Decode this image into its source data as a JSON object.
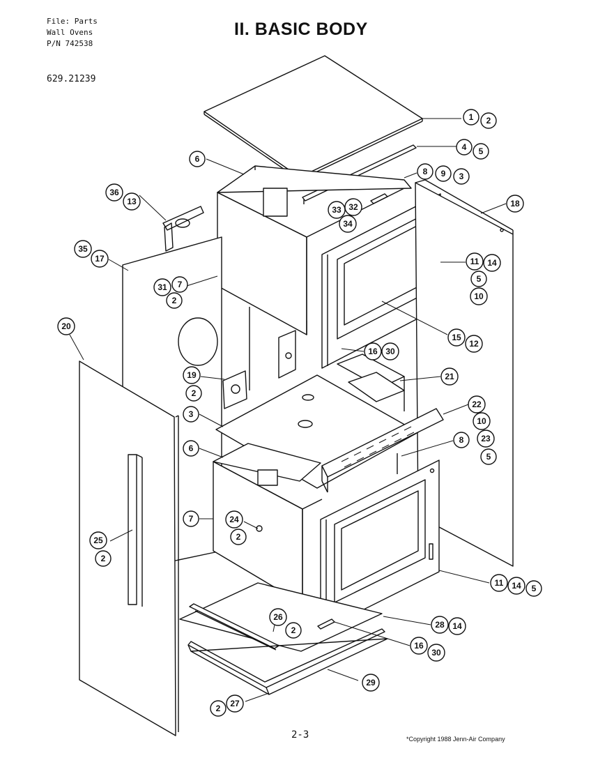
{
  "header": {
    "file": "File: Parts",
    "product": "Wall Ovens",
    "part_number": "P/N 742538"
  },
  "model_number": "629.21239",
  "title": "II. BASIC BODY",
  "page_number": "2-3",
  "copyright": "*Copyright 1988 Jenn-Air Company",
  "callouts": [
    {
      "id": "c-1",
      "text": "1"
    },
    {
      "id": "c-2a",
      "text": "2"
    },
    {
      "id": "c-4",
      "text": "4"
    },
    {
      "id": "c-5a",
      "text": "5"
    },
    {
      "id": "c-8a",
      "text": "8"
    },
    {
      "id": "c-9",
      "text": "9"
    },
    {
      "id": "c-3a",
      "text": "3"
    },
    {
      "id": "c-6a",
      "text": "6"
    },
    {
      "id": "c-18",
      "text": "18"
    },
    {
      "id": "c-36",
      "text": "36"
    },
    {
      "id": "c-13",
      "text": "13"
    },
    {
      "id": "c-32",
      "text": "32"
    },
    {
      "id": "c-33",
      "text": "33"
    },
    {
      "id": "c-34",
      "text": "34"
    },
    {
      "id": "c-35",
      "text": "35"
    },
    {
      "id": "c-17",
      "text": "17"
    },
    {
      "id": "c-11a",
      "text": "11"
    },
    {
      "id": "c-14a",
      "text": "14"
    },
    {
      "id": "c-5b",
      "text": "5"
    },
    {
      "id": "c-10a",
      "text": "10"
    },
    {
      "id": "c-31",
      "text": "31"
    },
    {
      "id": "c-7a",
      "text": "7"
    },
    {
      "id": "c-2b",
      "text": "2"
    },
    {
      "id": "c-15",
      "text": "15"
    },
    {
      "id": "c-12",
      "text": "12"
    },
    {
      "id": "c-20",
      "text": "20"
    },
    {
      "id": "c-16a",
      "text": "16"
    },
    {
      "id": "c-30a",
      "text": "30"
    },
    {
      "id": "c-19",
      "text": "19"
    },
    {
      "id": "c-2c",
      "text": "2"
    },
    {
      "id": "c-21",
      "text": "21"
    },
    {
      "id": "c-3b",
      "text": "3"
    },
    {
      "id": "c-22",
      "text": "22"
    },
    {
      "id": "c-10b",
      "text": "10"
    },
    {
      "id": "c-23",
      "text": "23"
    },
    {
      "id": "c-5c",
      "text": "5"
    },
    {
      "id": "c-6b",
      "text": "6"
    },
    {
      "id": "c-8b",
      "text": "8"
    },
    {
      "id": "c-7b",
      "text": "7"
    },
    {
      "id": "c-24",
      "text": "24"
    },
    {
      "id": "c-2d",
      "text": "2"
    },
    {
      "id": "c-25",
      "text": "25"
    },
    {
      "id": "c-2e",
      "text": "2"
    },
    {
      "id": "c-11b",
      "text": "11"
    },
    {
      "id": "c-14b",
      "text": "14"
    },
    {
      "id": "c-5d",
      "text": "5"
    },
    {
      "id": "c-26",
      "text": "26"
    },
    {
      "id": "c-2f",
      "text": "2"
    },
    {
      "id": "c-28",
      "text": "28"
    },
    {
      "id": "c-14c",
      "text": "14"
    },
    {
      "id": "c-16b",
      "text": "16"
    },
    {
      "id": "c-30b",
      "text": "30"
    },
    {
      "id": "c-29",
      "text": "29"
    },
    {
      "id": "c-2g",
      "text": "2"
    },
    {
      "id": "c-27",
      "text": "27"
    }
  ]
}
